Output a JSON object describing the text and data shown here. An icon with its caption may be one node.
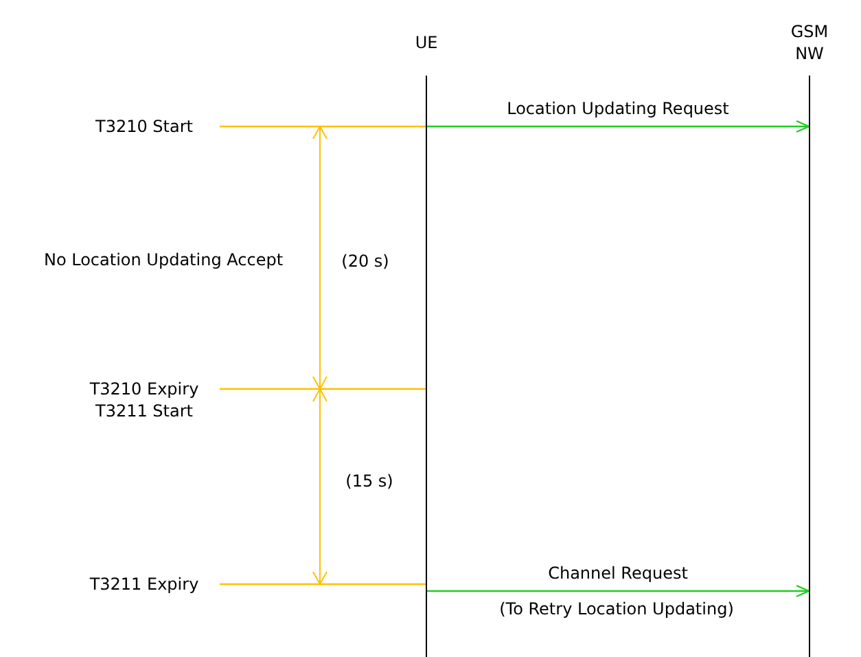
{
  "diagram": {
    "nodes": [
      {
        "text": [
          "UE"
        ]
      },
      {
        "text": [
          "GSM NW"
        ]
      },
      {
        "text": [
          "T3210 Start"
        ]
      },
      {
        "text": [
          "T3210 Expiry",
          "T3211 Start"
        ]
      },
      {
        "text": [
          "T3211 Expiry"
        ]
      }
    ],
    "edges": [
      {
        "from": 2,
        "to": 0,
        "arrow": "none",
        "color": "#ffc000"
      },
      {
        "from": 0,
        "to": 1,
        "arrow": "to",
        "label": "Location Updating Request",
        "color": "#22cc22"
      },
      {
        "from": 3,
        "to": 0,
        "arrow": "none",
        "color": "#ffc000"
      },
      {
        "from": 4,
        "to": 0,
        "arrow": "none",
        "color": "#ffc000"
      },
      {
        "from": 0,
        "to": 1,
        "arrow": "to",
        "label": "Channel Request",
        "color": "#22cc22"
      }
    ],
    "labels": [
      "No Location Updating Accept",
      "(20 s)",
      "(15 s)",
      "(To Retry Location Updating)"
    ]
  }
}
